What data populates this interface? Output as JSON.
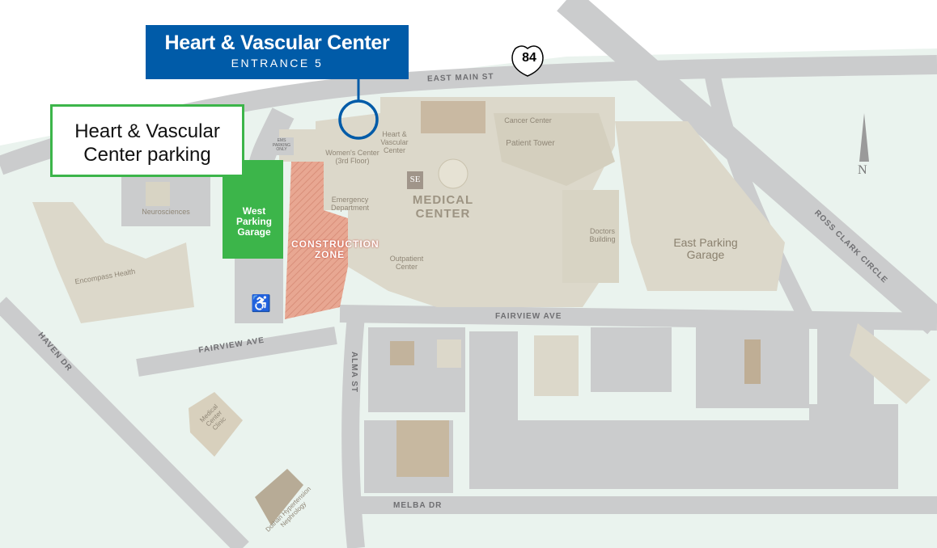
{
  "callouts": {
    "entrance_title": "Heart & Vascular Center",
    "entrance_subtitle": "ENTRANCE 5",
    "parking_title": "Heart & Vascular Center parking"
  },
  "highway_shield": "84",
  "roads": {
    "east_main": "EAST MAIN ST",
    "fairview_east": "FAIRVIEW AVE",
    "fairview_west": "FAIRVIEW AVE",
    "alma": "ALMA ST",
    "melba": "MELBA DR",
    "haven": "HAVEN DR",
    "ross_clark": "ROSS CLARK CIRCLE"
  },
  "buildings": {
    "heart_vascular": "Heart & Vascular Center",
    "womens_center": "Women's Center (3rd Floor)",
    "cancer_center": "Cancer Center",
    "patient_tower": "Patient Tower",
    "medical_center": "MEDICAL CENTER",
    "logo": "SE",
    "emergency": "Emergency Department",
    "outpatient": "Outpatient Center",
    "doctors": "Doctors Building",
    "east_garage": "East Parking Garage",
    "west_garage": "West Parking Garage",
    "construction": "CONSTRUCTION ZONE",
    "neurosciences": "Neurosciences",
    "encompass": "Encompass Health",
    "ems": "EMS PARKING ONLY",
    "clinic": "Medical Center Clinic",
    "nephrology": "Dothan Hypertension Nephrology"
  },
  "compass": "N",
  "colors": {
    "blue": "#005ba8",
    "green": "#3cb54a",
    "construction": "#e6a08a"
  }
}
